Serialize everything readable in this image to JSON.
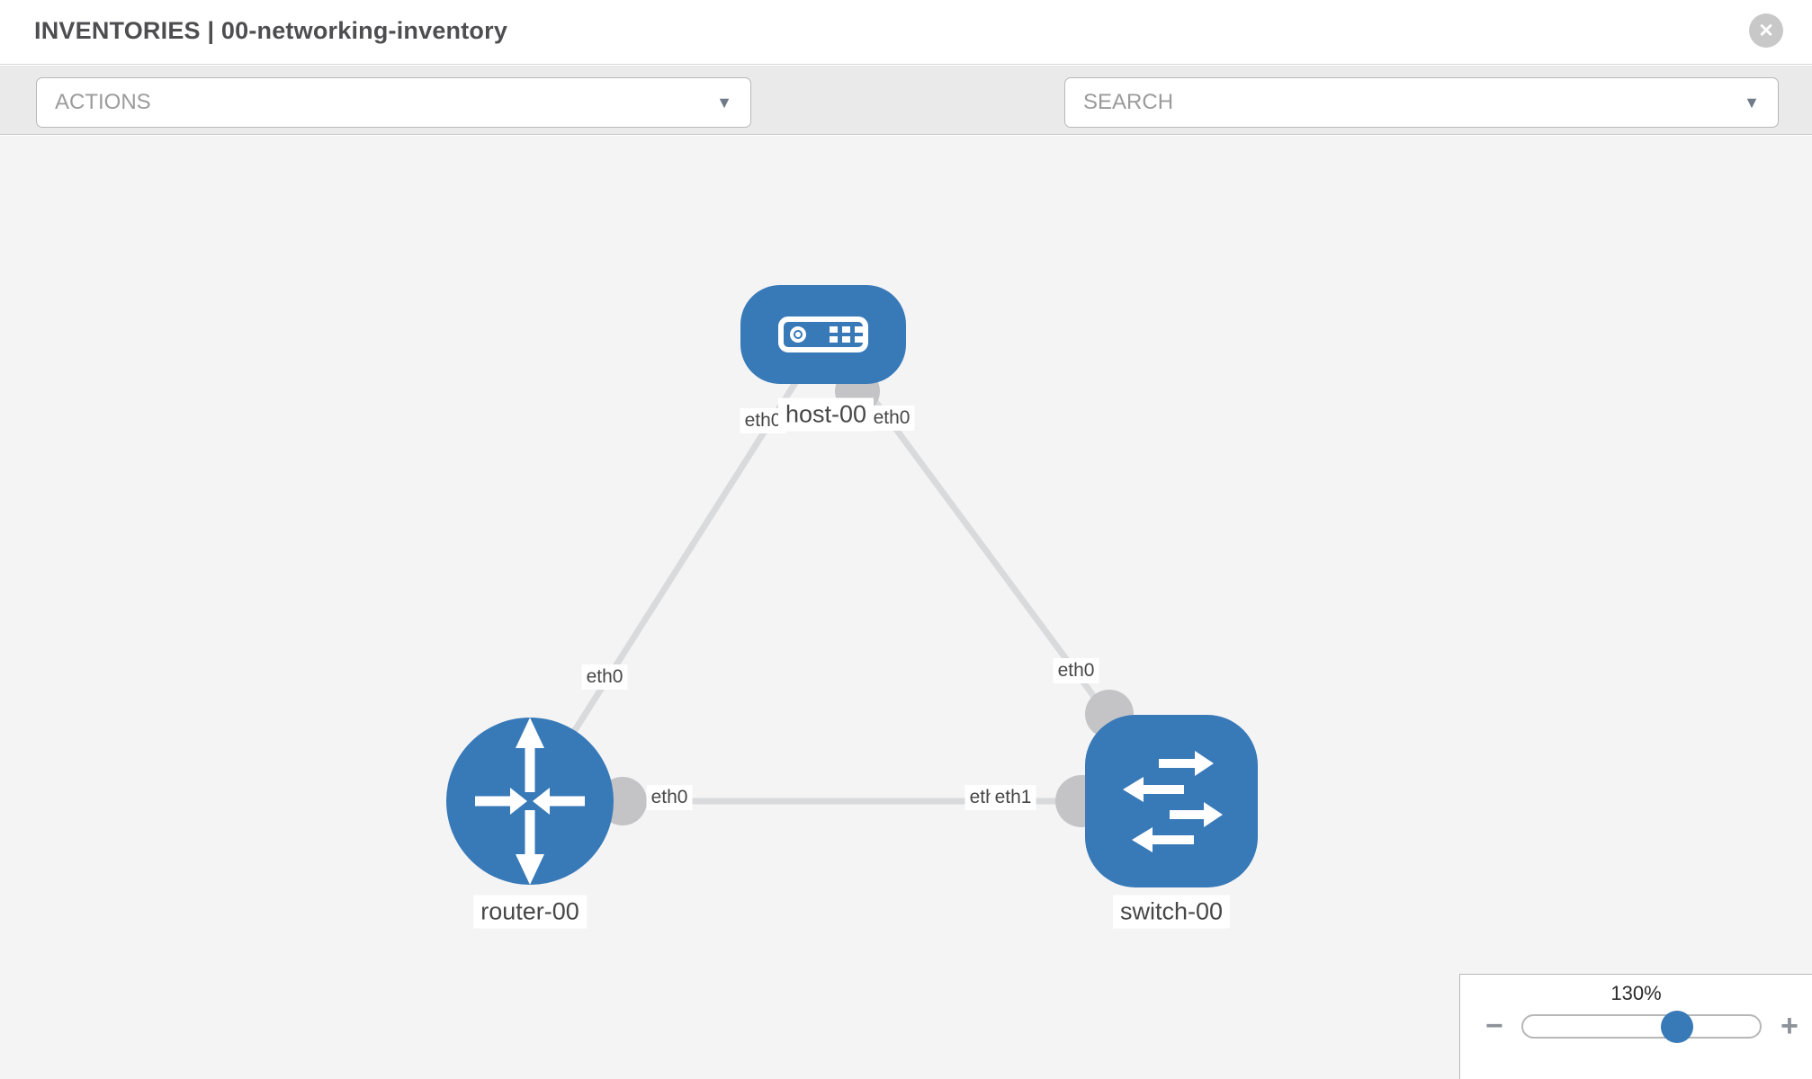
{
  "header": {
    "title": "INVENTORIES | 00-networking-inventory",
    "close_glyph": "✕"
  },
  "toolbar": {
    "actions_label": "ACTIONS",
    "caret": "▼",
    "search_placeholder": "SEARCH",
    "tool_icons": [
      "wrench-icon",
      "key-icon"
    ]
  },
  "graph": {
    "nodes": [
      {
        "id": "host-00",
        "label": "host-00",
        "type": "host",
        "shape": "rounded-rect"
      },
      {
        "id": "router-00",
        "label": "router-00",
        "type": "router",
        "shape": "circle"
      },
      {
        "id": "switch-00",
        "label": "switch-00",
        "type": "switch",
        "shape": "rounded-square"
      }
    ],
    "links": [
      {
        "from": "router-00",
        "to": "host-00",
        "from_port": "eth0",
        "to_port": "eth0"
      },
      {
        "from": "host-00",
        "to": "switch-00",
        "from_port": "eth0",
        "to_port": "eth0"
      },
      {
        "from": "router-00",
        "to": "switch-00",
        "from_port": "eth0",
        "to_port": "eth1"
      }
    ],
    "port_labels": [
      {
        "text": "eth0"
      },
      {
        "text": "eth0"
      },
      {
        "text": "eth0"
      },
      {
        "text": "eth0"
      },
      {
        "text": "eth0"
      },
      {
        "text": "eth0"
      },
      {
        "text": "eth1"
      }
    ]
  },
  "zoom_control": {
    "value": "130%",
    "minus_glyph": "−",
    "plus_glyph": "+",
    "percent": 65
  },
  "colors": {
    "node_blue": "#3879b8",
    "link_gray": "#d9dadb",
    "interface_gray": "#c4c4c6",
    "canvas_bg": "#f4f4f5"
  }
}
